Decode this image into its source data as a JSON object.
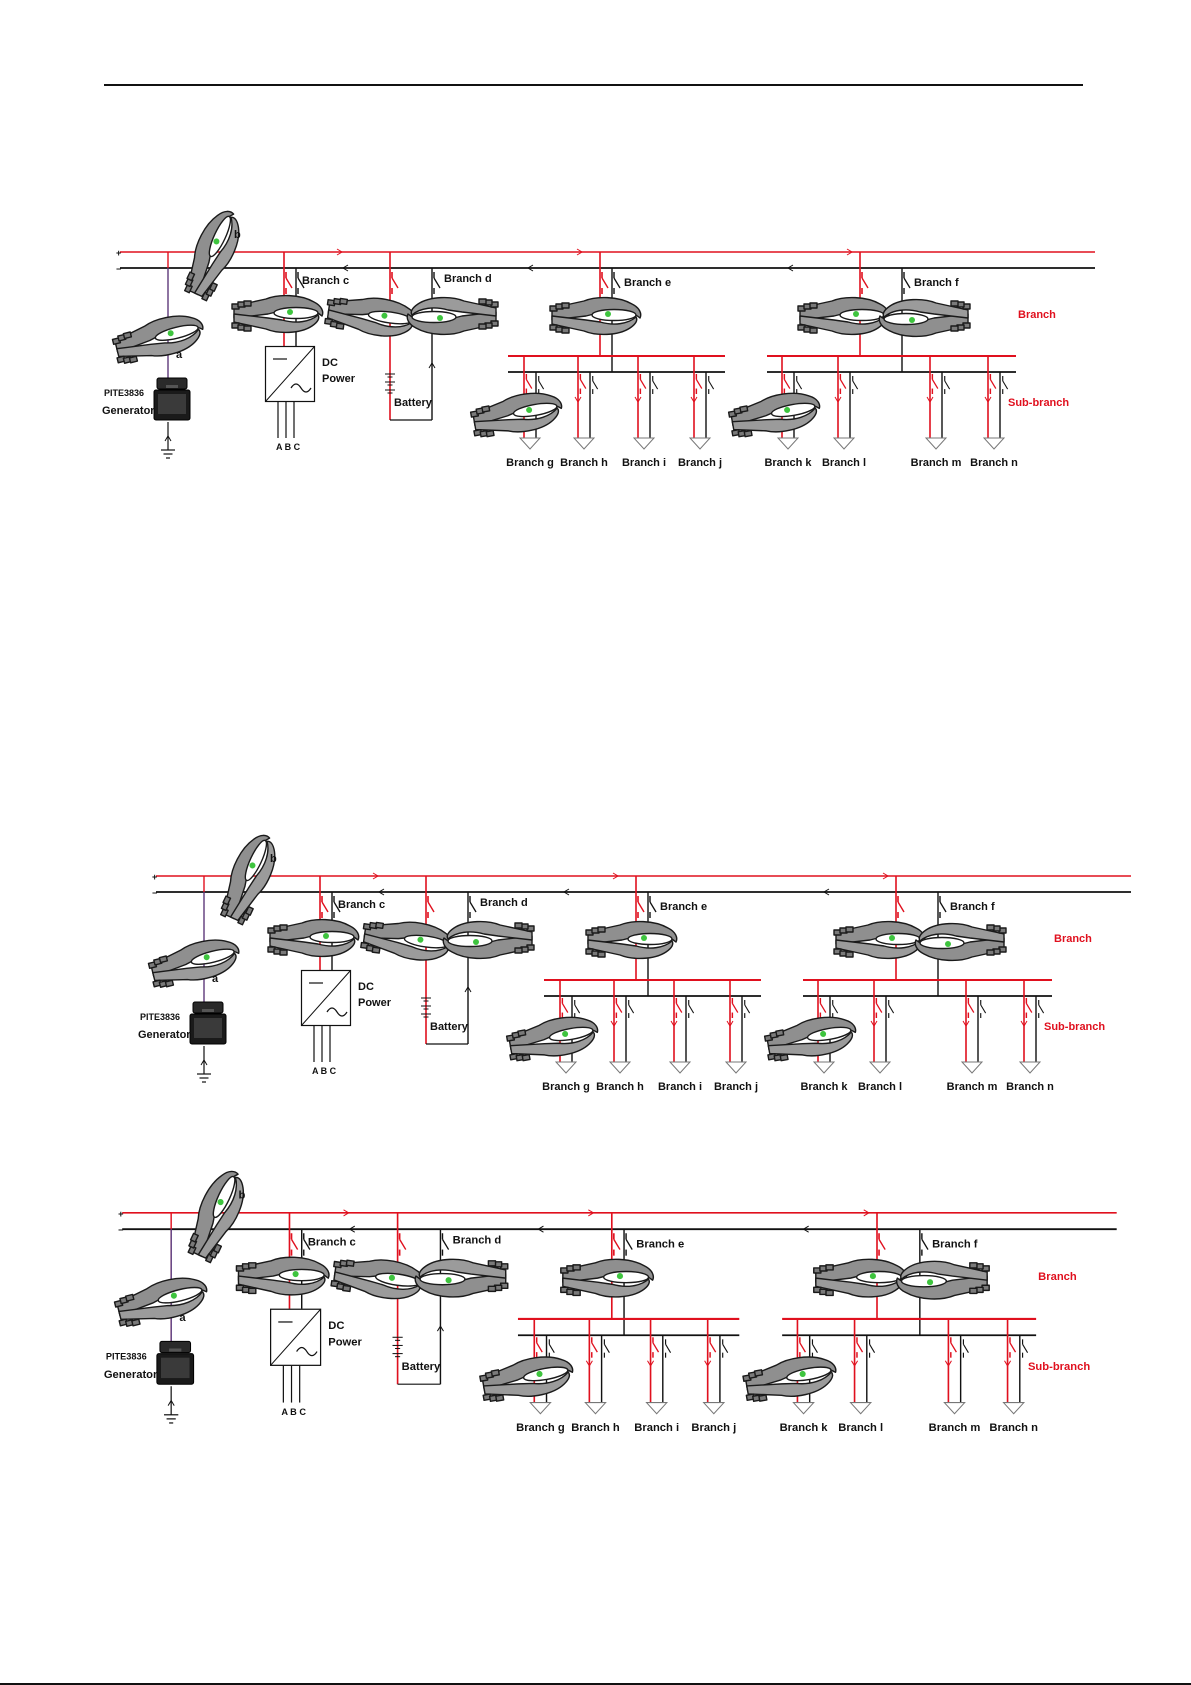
{
  "colors": {
    "positive": "#e0101e",
    "negative": "#111111",
    "clamp_body": "#909090",
    "clamp_accent": "#3ec43e",
    "generator": "#1a1a1a"
  },
  "icons": {
    "clamp": "current-clamp-icon",
    "generator": "pite-generator-case-icon",
    "battery": "battery-icon",
    "ground": "ground-symbol-icon",
    "rectifier": "ac-dc-rectifier-icon",
    "load": "load-triangle-icon"
  },
  "diagrams": [
    {
      "plus": "+",
      "minus": "−",
      "clamp_a": "a",
      "clamp_b": "b",
      "generator_model": "PITE3836",
      "generator_label": "Generator",
      "dc_power": [
        "DC",
        "Power"
      ],
      "abc": "A B C",
      "battery": "Battery",
      "branch_c": "Branch c",
      "branch_d": "Branch d",
      "branch_e": "Branch e",
      "branch_f": "Branch f",
      "branch_tag": "Branch",
      "subbranch_tag": "Sub-branch",
      "subs": [
        "Branch g",
        "Branch h",
        "Branch i",
        "Branch j",
        "Branch k",
        "Branch l",
        "Branch m",
        "Branch n"
      ]
    },
    {
      "plus": "+",
      "minus": "−",
      "clamp_a": "a",
      "clamp_b": "b",
      "generator_model": "PITE3836",
      "generator_label": "Generator",
      "dc_power": [
        "DC",
        "Power"
      ],
      "abc": "A B C",
      "battery": "Battery",
      "branch_c": "Branch c",
      "branch_d": "Branch d",
      "branch_e": "Branch e",
      "branch_f": "Branch f",
      "branch_tag": "Branch",
      "subbranch_tag": "Sub-branch",
      "subs": [
        "Branch g",
        "Branch h",
        "Branch i",
        "Branch j",
        "Branch k",
        "Branch l",
        "Branch m",
        "Branch n"
      ]
    },
    {
      "plus": "+",
      "minus": "−",
      "clamp_a": "a",
      "clamp_b": "b",
      "generator_model": "PITE3836",
      "generator_label": "Generator",
      "dc_power": [
        "DC",
        "Power"
      ],
      "abc": "A B C",
      "battery": "Battery",
      "branch_c": "Branch c",
      "branch_d": "Branch d",
      "branch_e": "Branch e",
      "branch_f": "Branch f",
      "branch_tag": "Branch",
      "subbranch_tag": "Sub-branch",
      "subs": [
        "Branch g",
        "Branch h",
        "Branch i",
        "Branch j",
        "Branch k",
        "Branch l",
        "Branch m",
        "Branch n"
      ]
    }
  ]
}
